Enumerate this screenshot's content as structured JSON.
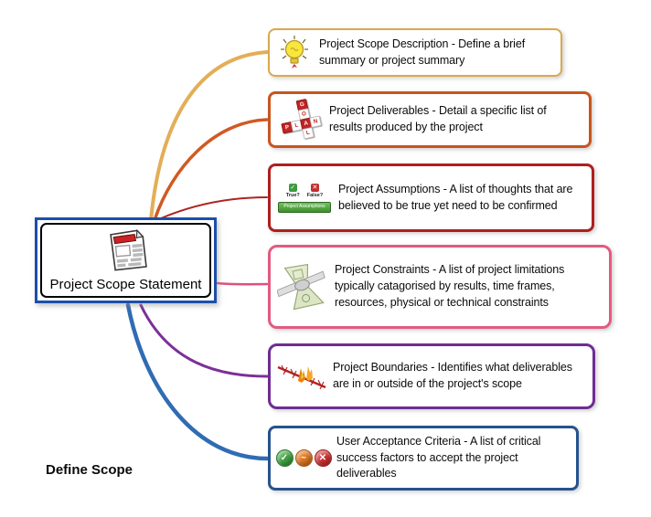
{
  "map_title": "Define Scope",
  "central_topic": {
    "label": "Project Scope Statement",
    "icon": "document-icon",
    "border_color": "#1C4FA8"
  },
  "branches": [
    {
      "name": "project-scope-description",
      "text": "Project Scope Description - Define a brief summary or project summary",
      "icon": "lightbulb-icon",
      "border_color": "#D9A94F",
      "curve_color": "#E3AE57"
    },
    {
      "name": "project-deliverables",
      "text": "Project Deliverables - Detail a specific list of results produced by the project",
      "icon": "goal-plan-blocks-icon",
      "border_color": "#C8551F",
      "curve_color": "#D05A22",
      "icon_words": {
        "goal": [
          "G",
          "O",
          "A",
          "L"
        ],
        "plan": [
          "P",
          "L",
          "A",
          "N"
        ]
      }
    },
    {
      "name": "project-assumptions",
      "text": "Project Assumptions - A list of thoughts that are believed to be true yet need to be confirmed",
      "icon": "true-false-checklist-icon",
      "border_color": "#AE1F1F",
      "curve_color": "#B02323",
      "icon_labels": {
        "true_label": "True?",
        "false_label": "False?",
        "banner": "Project Assumptions"
      }
    },
    {
      "name": "project-constraints",
      "text": "Project Constraints - A list of project limitations typically catagorised by results, time frames, resources, physical or technical constraints",
      "icon": "money-clamp-icon",
      "border_color": "#E25B80",
      "curve_color": "#E0507C"
    },
    {
      "name": "project-boundaries",
      "text": "Project Boundaries - Identifies what deliverables are in or outside of the project's scope",
      "icon": "barbed-wire-icon",
      "border_color": "#6E2D93",
      "curve_color": "#7B3098"
    },
    {
      "name": "user-acceptance-criteria",
      "text": "User Acceptance Criteria - A list of critical success factors to accept the project deliverables",
      "icon": "status-balls-icon",
      "border_color": "#25538E",
      "curve_color": "#2F6CB3"
    }
  ]
}
